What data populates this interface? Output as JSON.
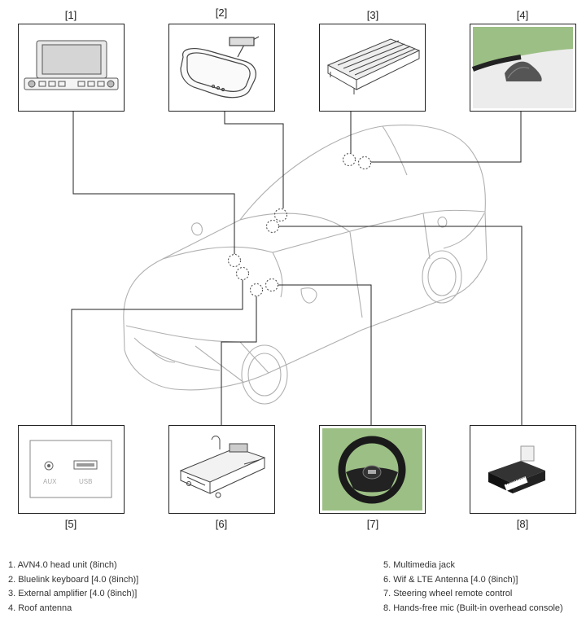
{
  "callouts": [
    "[1]",
    "[2]",
    "[3]",
    "[4]",
    "[5]",
    "[6]",
    "[7]",
    "[8]"
  ],
  "jack_labels": {
    "aux": "AUX",
    "usb": "USB"
  },
  "legend": {
    "left": [
      "1. AVN4.0 head unit (8inch)",
      "2. Bluelink keyboard [4.0 (8inch)]",
      "3. External amplifier [4.0 (8inch)]",
      "4. Roof antenna"
    ],
    "right": [
      "5. Multimedia jack",
      "6. Wif & LTE Antenna [4.0 (8inch)]",
      "7. Steering wheel remote control",
      "8. Hands-free mic (Built-in overhead console)"
    ]
  },
  "colors": {
    "photo_bg": "#9cbf85",
    "line": "#222222",
    "car_line": "#b0b0b0"
  }
}
